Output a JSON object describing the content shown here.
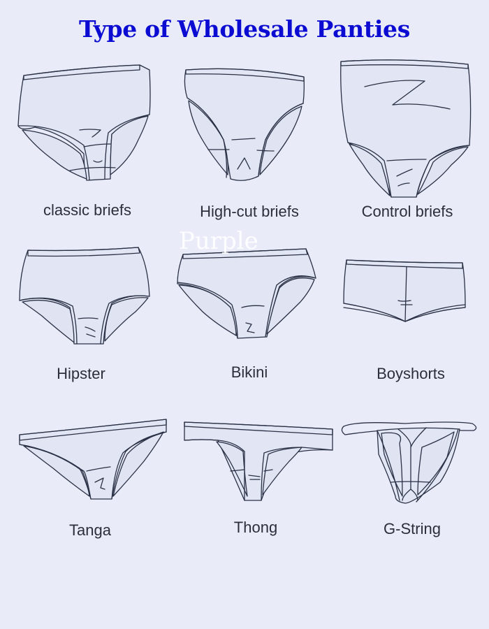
{
  "title": "Type of Wholesale Panties",
  "watermark": "Purple",
  "colors": {
    "background": "#e9ecf8",
    "title": "#0b0bd2",
    "label": "#2b2f3a",
    "outline": "#2a3045",
    "garment_fill": "#e2e6f4"
  },
  "items": [
    {
      "label": "classic briefs",
      "icon": "classic-briefs-drawing"
    },
    {
      "label": "High-cut briefs",
      "icon": "high-cut-briefs-drawing"
    },
    {
      "label": "Control briefs",
      "icon": "control-briefs-drawing"
    },
    {
      "label": "Hipster",
      "icon": "hipster-drawing"
    },
    {
      "label": "Bikini",
      "icon": "bikini-drawing"
    },
    {
      "label": "Boyshorts",
      "icon": "boyshorts-drawing"
    },
    {
      "label": "Tanga",
      "icon": "tanga-drawing"
    },
    {
      "label": "Thong",
      "icon": "thong-drawing"
    },
    {
      "label": "G-String",
      "icon": "g-string-drawing"
    }
  ]
}
